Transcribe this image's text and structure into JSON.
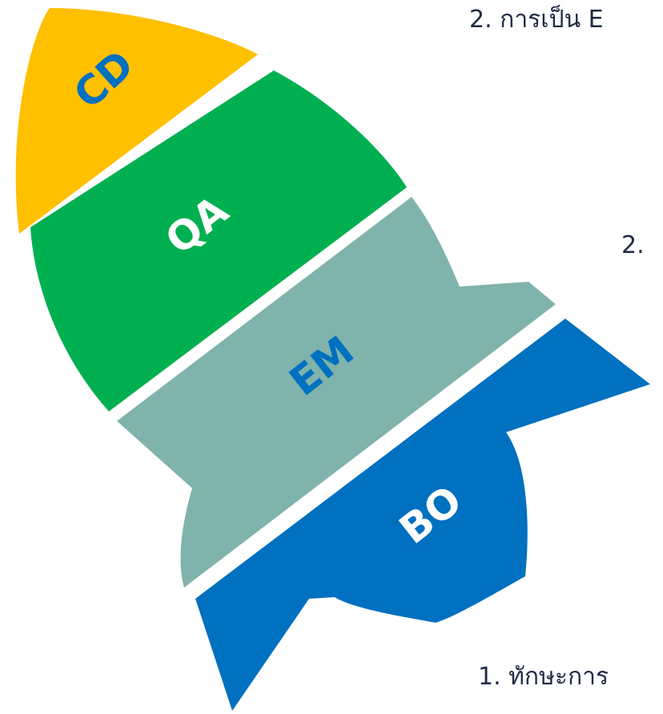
{
  "segments": [
    {
      "id": "cd",
      "label": "CD",
      "fill": "#FFC000",
      "text_color": "#0070C0"
    },
    {
      "id": "qa",
      "label": "QA",
      "fill": "#00B050",
      "text_color": "#ffffff"
    },
    {
      "id": "em",
      "label": "EM",
      "fill": "#7FB3AB",
      "text_color": "#0070C0"
    },
    {
      "id": "bo",
      "label": "BO",
      "fill": "#0070C0",
      "text_color": "#ffffff"
    }
  ],
  "notes": {
    "top": "2. การเป็น E",
    "middle": "2.",
    "bottom": "1. ทักษะการ"
  }
}
